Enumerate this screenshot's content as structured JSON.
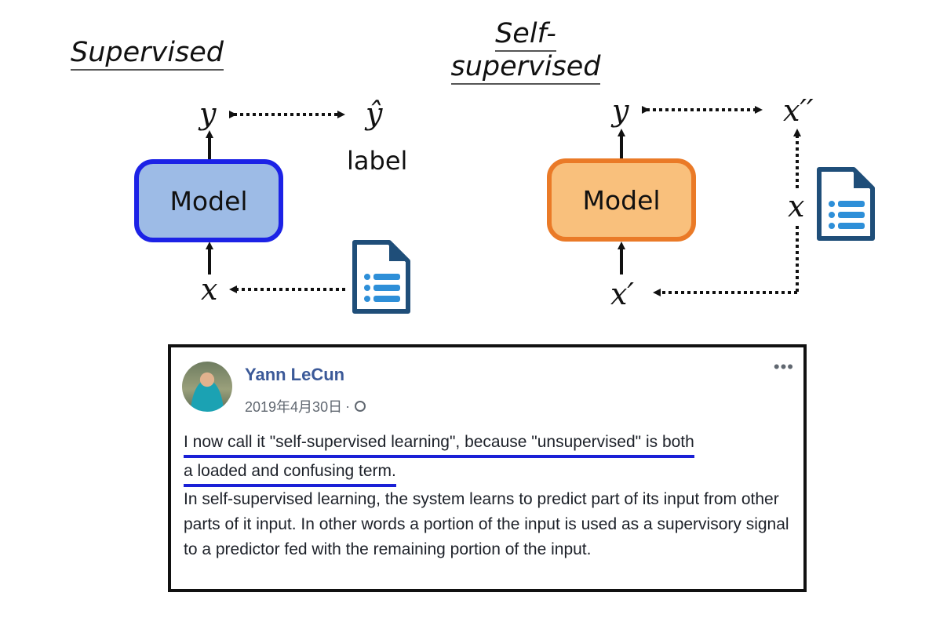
{
  "supervised": {
    "title": "Supervised",
    "output_var": "y",
    "target_var": "ŷ",
    "target_label": "label",
    "model_label": "Model",
    "input_var": "x",
    "model_fill": "#9dbbe6",
    "model_border": "#1c22e6",
    "document_icon": "document-list-icon"
  },
  "self_supervised": {
    "title_line1": "Self-",
    "title_line2": "supervised",
    "output_var": "y",
    "target_var": "x′′",
    "model_label": "Model",
    "input_var": "x′",
    "source_var": "x",
    "model_fill": "#f9c07c",
    "model_border": "#ea7a27",
    "document_icon": "document-list-icon"
  },
  "post": {
    "author": "Yann LeCun",
    "date": "2019年4月30日",
    "date_separator": "·",
    "more_label": "•••",
    "highlight_line1": "I now call it \"self-supervised learning\", because \"unsupervised\" is both",
    "highlight_line2": "a loaded and confusing term.",
    "body": "In self-supervised learning, the system learns to predict part of its input from other parts of it input. In other words a portion of the input is used as a supervisory signal to a predictor fed with the remaining portion of the input.",
    "highlight_color": "#1a20d6",
    "author_color": "#3b5998"
  },
  "icon_color": "#1f4e79",
  "icon_accent": "#2e8fd8"
}
